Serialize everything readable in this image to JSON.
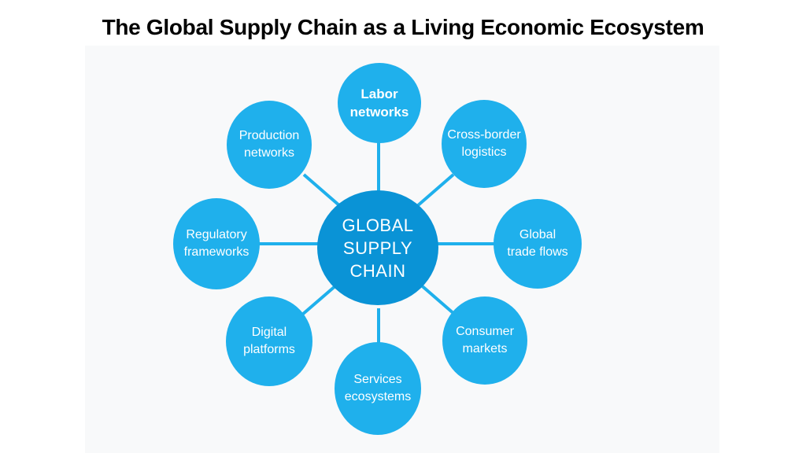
{
  "title": "The Global Supply Chain as a Living Economic Ecosystem",
  "colors": {
    "center_fill": "#0a93d6",
    "node_fill": "#1fb0ec",
    "connector": "#1fb0ec",
    "panel_background": "#f8f9fa",
    "title_text": "#000000"
  },
  "diagram": {
    "center": {
      "label": "GLOBAL\nSUPPLY\nCHAIN"
    },
    "nodes": [
      {
        "label": "Labor\nnetworks",
        "position": "top"
      },
      {
        "label": "Cross-border\nlogistics",
        "position": "top-right"
      },
      {
        "label": "Global\ntrade flows",
        "position": "right"
      },
      {
        "label": "Consumer\nmarkets",
        "position": "bottom-right"
      },
      {
        "label": "Services\necosystems",
        "position": "bottom"
      },
      {
        "label": "Digital\nplatforms",
        "position": "bottom-left"
      },
      {
        "label": "Regulatory\nframeworks",
        "position": "left"
      },
      {
        "label": "Production\nnetworks",
        "position": "top-left"
      }
    ]
  }
}
